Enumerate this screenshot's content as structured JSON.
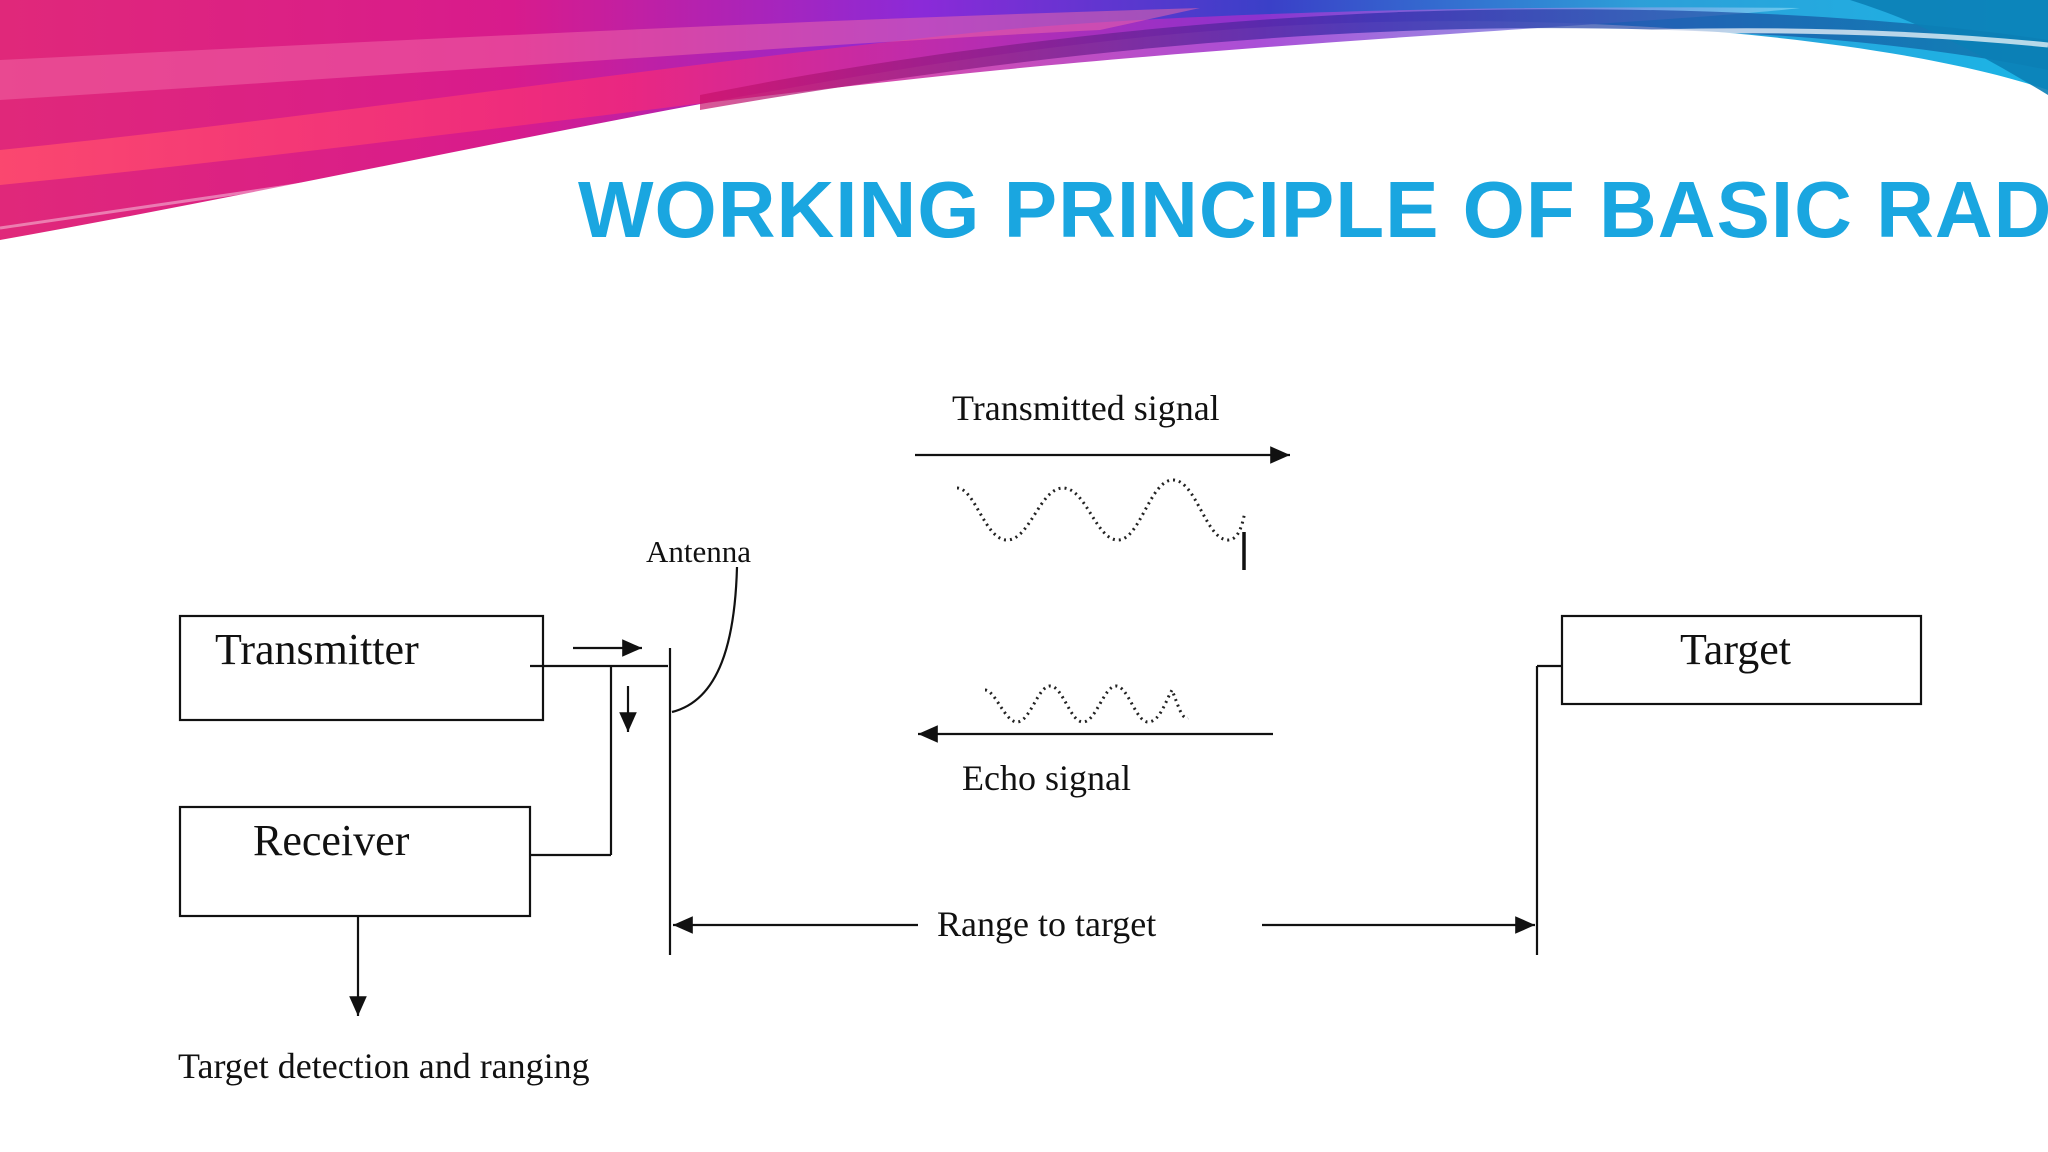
{
  "slide": {
    "title": "WORKING PRINCIPLE OF BASIC RADAR",
    "accent_color": "#1aa6e0"
  },
  "diagram": {
    "transmitter_label": "Transmitter",
    "receiver_label": "Receiver",
    "target_label": "Target",
    "antenna_label": "Antenna",
    "transmitted_signal_label": "Transmitted signal",
    "echo_signal_label": "Echo signal",
    "range_label": "Range to target",
    "output_label": "Target detection and ranging"
  }
}
